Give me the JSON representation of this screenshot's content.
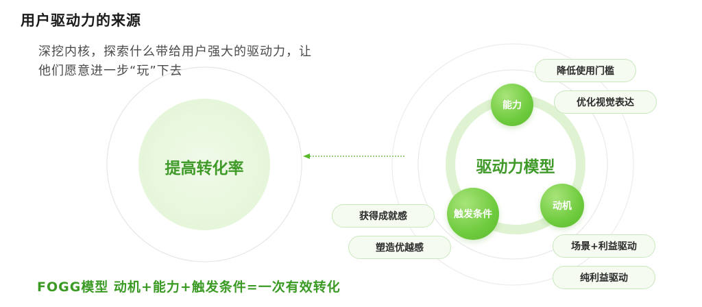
{
  "title": "用户驱动力的来源",
  "subtitle": "深挖内核，探索什么带给用户强大的驱动力，让他们愿意进一步“玩”下去",
  "left_circle": {
    "label": "提高转化率"
  },
  "model": {
    "label": "驱动力模型",
    "nodes": {
      "ability": "能力",
      "motivation": "动机",
      "trigger": "触发条件"
    }
  },
  "tags": {
    "ability": [
      "降低使用门槛",
      "优化视觉表达"
    ],
    "motivation": [
      "场景+利益驱动",
      "纯利益驱动"
    ],
    "trigger": [
      "获得成就感",
      "塑造优越感"
    ]
  },
  "footer": "FOGG模型  动机+能力+触发条件=一次有效转化",
  "colors": {
    "accent_green": "#3f9a2a",
    "node_green": "#6fcb3e",
    "ring_green": "#dff2d2",
    "pill_border": "#c9e7bd"
  }
}
